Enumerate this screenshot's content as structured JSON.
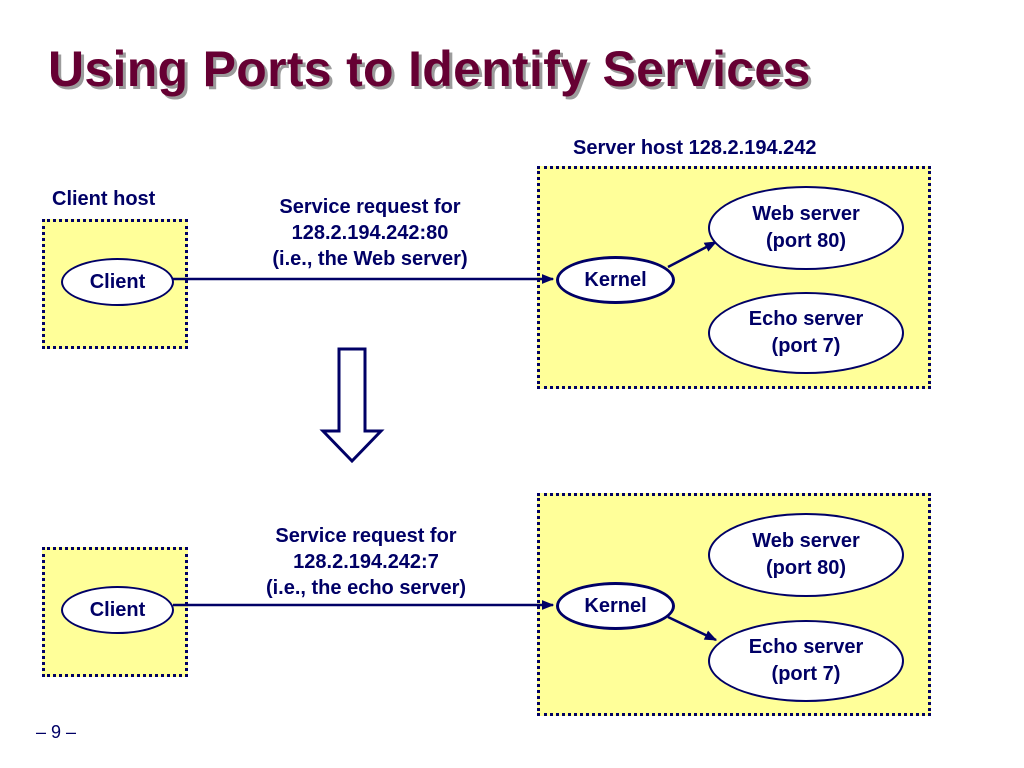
{
  "title": "Using Ports to Identify Services",
  "colors": {
    "title": "#660033",
    "ink": "#000066",
    "box_fill": "#ffff99",
    "node_fill": "#ffffff"
  },
  "top": {
    "client_host_label": "Client host",
    "server_host_label": "Server host 128.2.194.242",
    "client": "Client",
    "kernel": "Kernel",
    "request": [
      "Service request for",
      "128.2.194.242:80",
      "(i.e., the Web server)"
    ],
    "web_server": "Web server\n(port 80)",
    "echo_server": "Echo server\n(port 7)",
    "routed_to": "web_server"
  },
  "bottom": {
    "client": "Client",
    "kernel": "Kernel",
    "request": [
      "Service request for",
      "128.2.194.242:7",
      "(i.e., the echo server)"
    ],
    "web_server": "Web server\n(port 80)",
    "echo_server": "Echo server\n(port 7)",
    "routed_to": "echo_server"
  },
  "transition_icon": "down-arrow-icon",
  "page_number": "– 9 –"
}
